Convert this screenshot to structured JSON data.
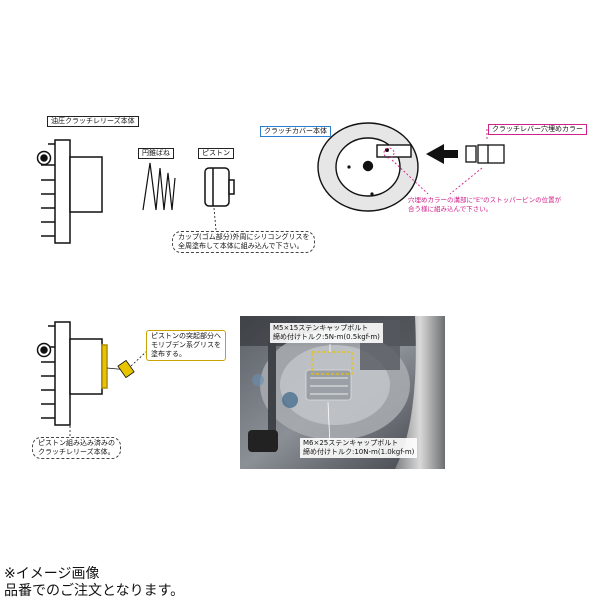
{
  "labels": {
    "clutch_release_body": "油圧クラッチレリーズ本体",
    "conical_spring": "円錐ばね",
    "piston": "ピストン",
    "cup_note": "カップ(ゴム部分)外周にシリコングリスを\n全周塗布して本体に組み込んで下さい。",
    "clutch_cover_body": "クラッチカバー本体",
    "clutch_lever_hole_collar": "クラッチレバー穴埋めカラー",
    "collar_note": "穴埋めカラーの溝部に\"E\"のストッパーピンの位置が\n合う様に組み込んで下さい。",
    "piston_protrusion_note": "ピストンの突起部分へ\nモリブデン系グリスを\n塗布する。",
    "assembled_body": "ピストン組み込み済みの\nクラッチレリーズ本体。",
    "bolt_m5": "M5×15ステンキャップボルト\n締め付けトルク:5N-m(0.5kgf-m)",
    "bolt_m6": "M6×25ステンキャップボルト\n締め付けトルク:10N-m(1.0kgf-m)"
  },
  "footer": {
    "line1": "※イメージ画像",
    "line2": "品番でのご注文となります。"
  },
  "colors": {
    "magenta": "#d0208a",
    "blue": "#2a7fd0",
    "yellow": "#e8c400"
  }
}
